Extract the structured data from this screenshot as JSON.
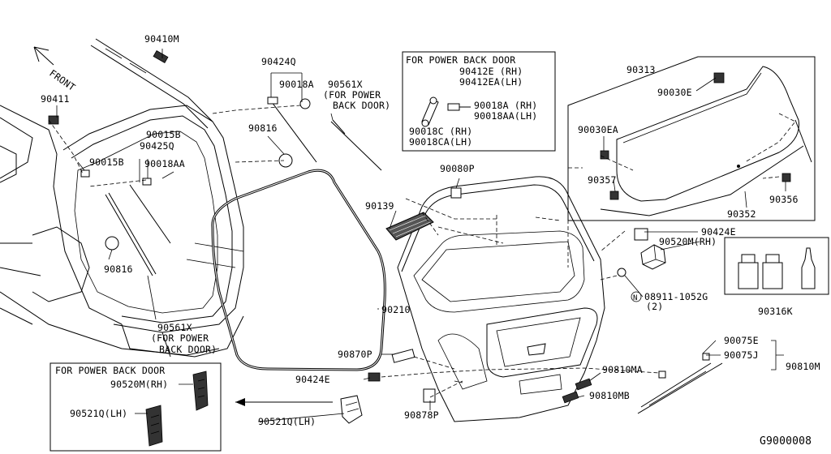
{
  "diagram_code": "G9000008",
  "front_label": "FRONT",
  "boxes": {
    "power_back_door_top": "FOR POWER BACK DOOR",
    "power_back_door_bottom": "FOR POWER BACK DOOR"
  },
  "labels": {
    "p90410M": "90410M",
    "p90411": "90411",
    "p90015B_a": "90015B",
    "p90015B_b": "90015B",
    "p90425Q": "90425Q",
    "p90018AA_a": "90018AA",
    "p90816_a": "90816",
    "p90816_b": "90816",
    "p90561X_a": "90561X",
    "p90561X_a2": "(FOR POWER",
    "p90561X_a3": "BACK DOOR)",
    "p90424Q": "90424Q",
    "p90018A_a": "90018A",
    "p90561X_b": "90561X",
    "p90561X_b2": "(FOR POWER",
    "p90561X_b3": "BACK DOOR)",
    "p90412E": "90412E (RH)",
    "p90412EA": "90412EA(LH)",
    "p90018A_b": "90018A (RH)",
    "p90018AA_b": "90018AA(LH)",
    "p90018C": "90018C (RH)",
    "p90018CA": "90018CA(LH)",
    "p90313": "90313",
    "p90030E": "90030E",
    "p90030EA": "90030EA",
    "p90357": "90357",
    "p90356": "90356",
    "p90352": "90352",
    "p90080P": "90080P",
    "p90139": "90139",
    "p90424E_a": "90424E",
    "p90520M_a": "90520M(RH)",
    "p08911": "08911-1052G",
    "p08911q": "(2)",
    "p90316K": "90316K",
    "p90210": "90210",
    "p90870P": "90870P",
    "p90424E_b": "90424E",
    "p90878P": "90878P",
    "p90075E": "90075E",
    "p90075J": "90075J",
    "p90810M": "90810M",
    "p90810MA": "90810MA",
    "p90810MB": "90810MB",
    "p90521Q_a": "90521Q(LH)",
    "p90520M_b": "90520M(RH)",
    "p90521Q_b": "90521Q(LH)"
  }
}
